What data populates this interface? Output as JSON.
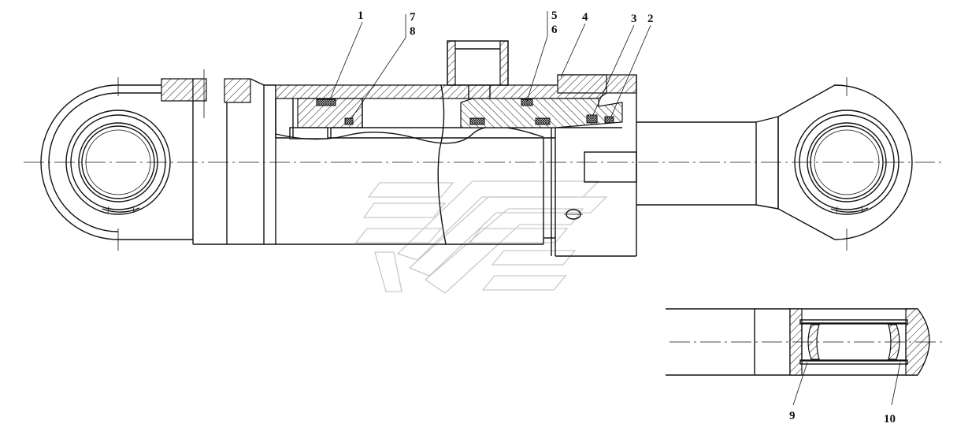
{
  "callouts": {
    "c1": "1",
    "c2": "2",
    "c3": "3",
    "c4": "4",
    "c5": "5",
    "c6": "6",
    "c7": "7",
    "c8": "8",
    "c9": "9",
    "c10": "10"
  },
  "colors": {
    "line": "#111111",
    "background": "#ffffff",
    "watermark": "#c9c9c9"
  }
}
